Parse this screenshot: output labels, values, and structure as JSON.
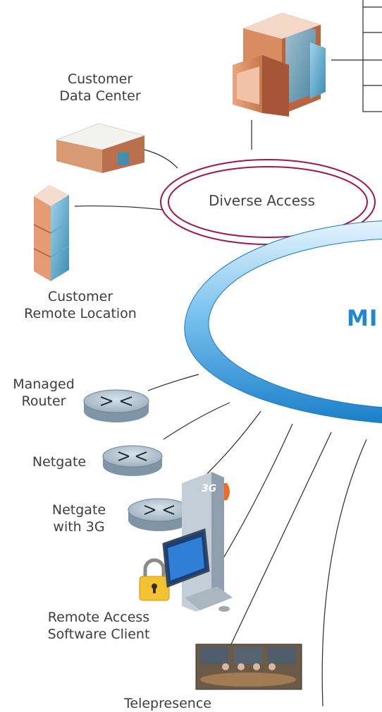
{
  "labels": {
    "data_center": [
      "Customer",
      "Data Center"
    ],
    "remote_location": [
      "Customer",
      "Remote Location"
    ],
    "diverse_access": "Diverse Access",
    "network": "MI",
    "managed_router": [
      "Managed",
      "Router"
    ],
    "netgate": "Netgate",
    "netgate_3g": [
      "Netgate",
      "with 3G"
    ],
    "badge_3g": "3G",
    "remote_access": [
      "Remote Access",
      "Software Client"
    ],
    "telepresence": "Telepresence"
  },
  "icons": {
    "hq": "office-tower-icon",
    "data_center": "warehouse-icon",
    "remote": "office-building-icon",
    "router": "router-icon",
    "lock": "padlock-icon",
    "pc": "desktop-computer-icon",
    "telepresence": "telepresence-room-photo"
  },
  "colors": {
    "ring_access": "#a0174a",
    "cloud_blue": "#1e88d0",
    "line": "#2b2b2b"
  }
}
